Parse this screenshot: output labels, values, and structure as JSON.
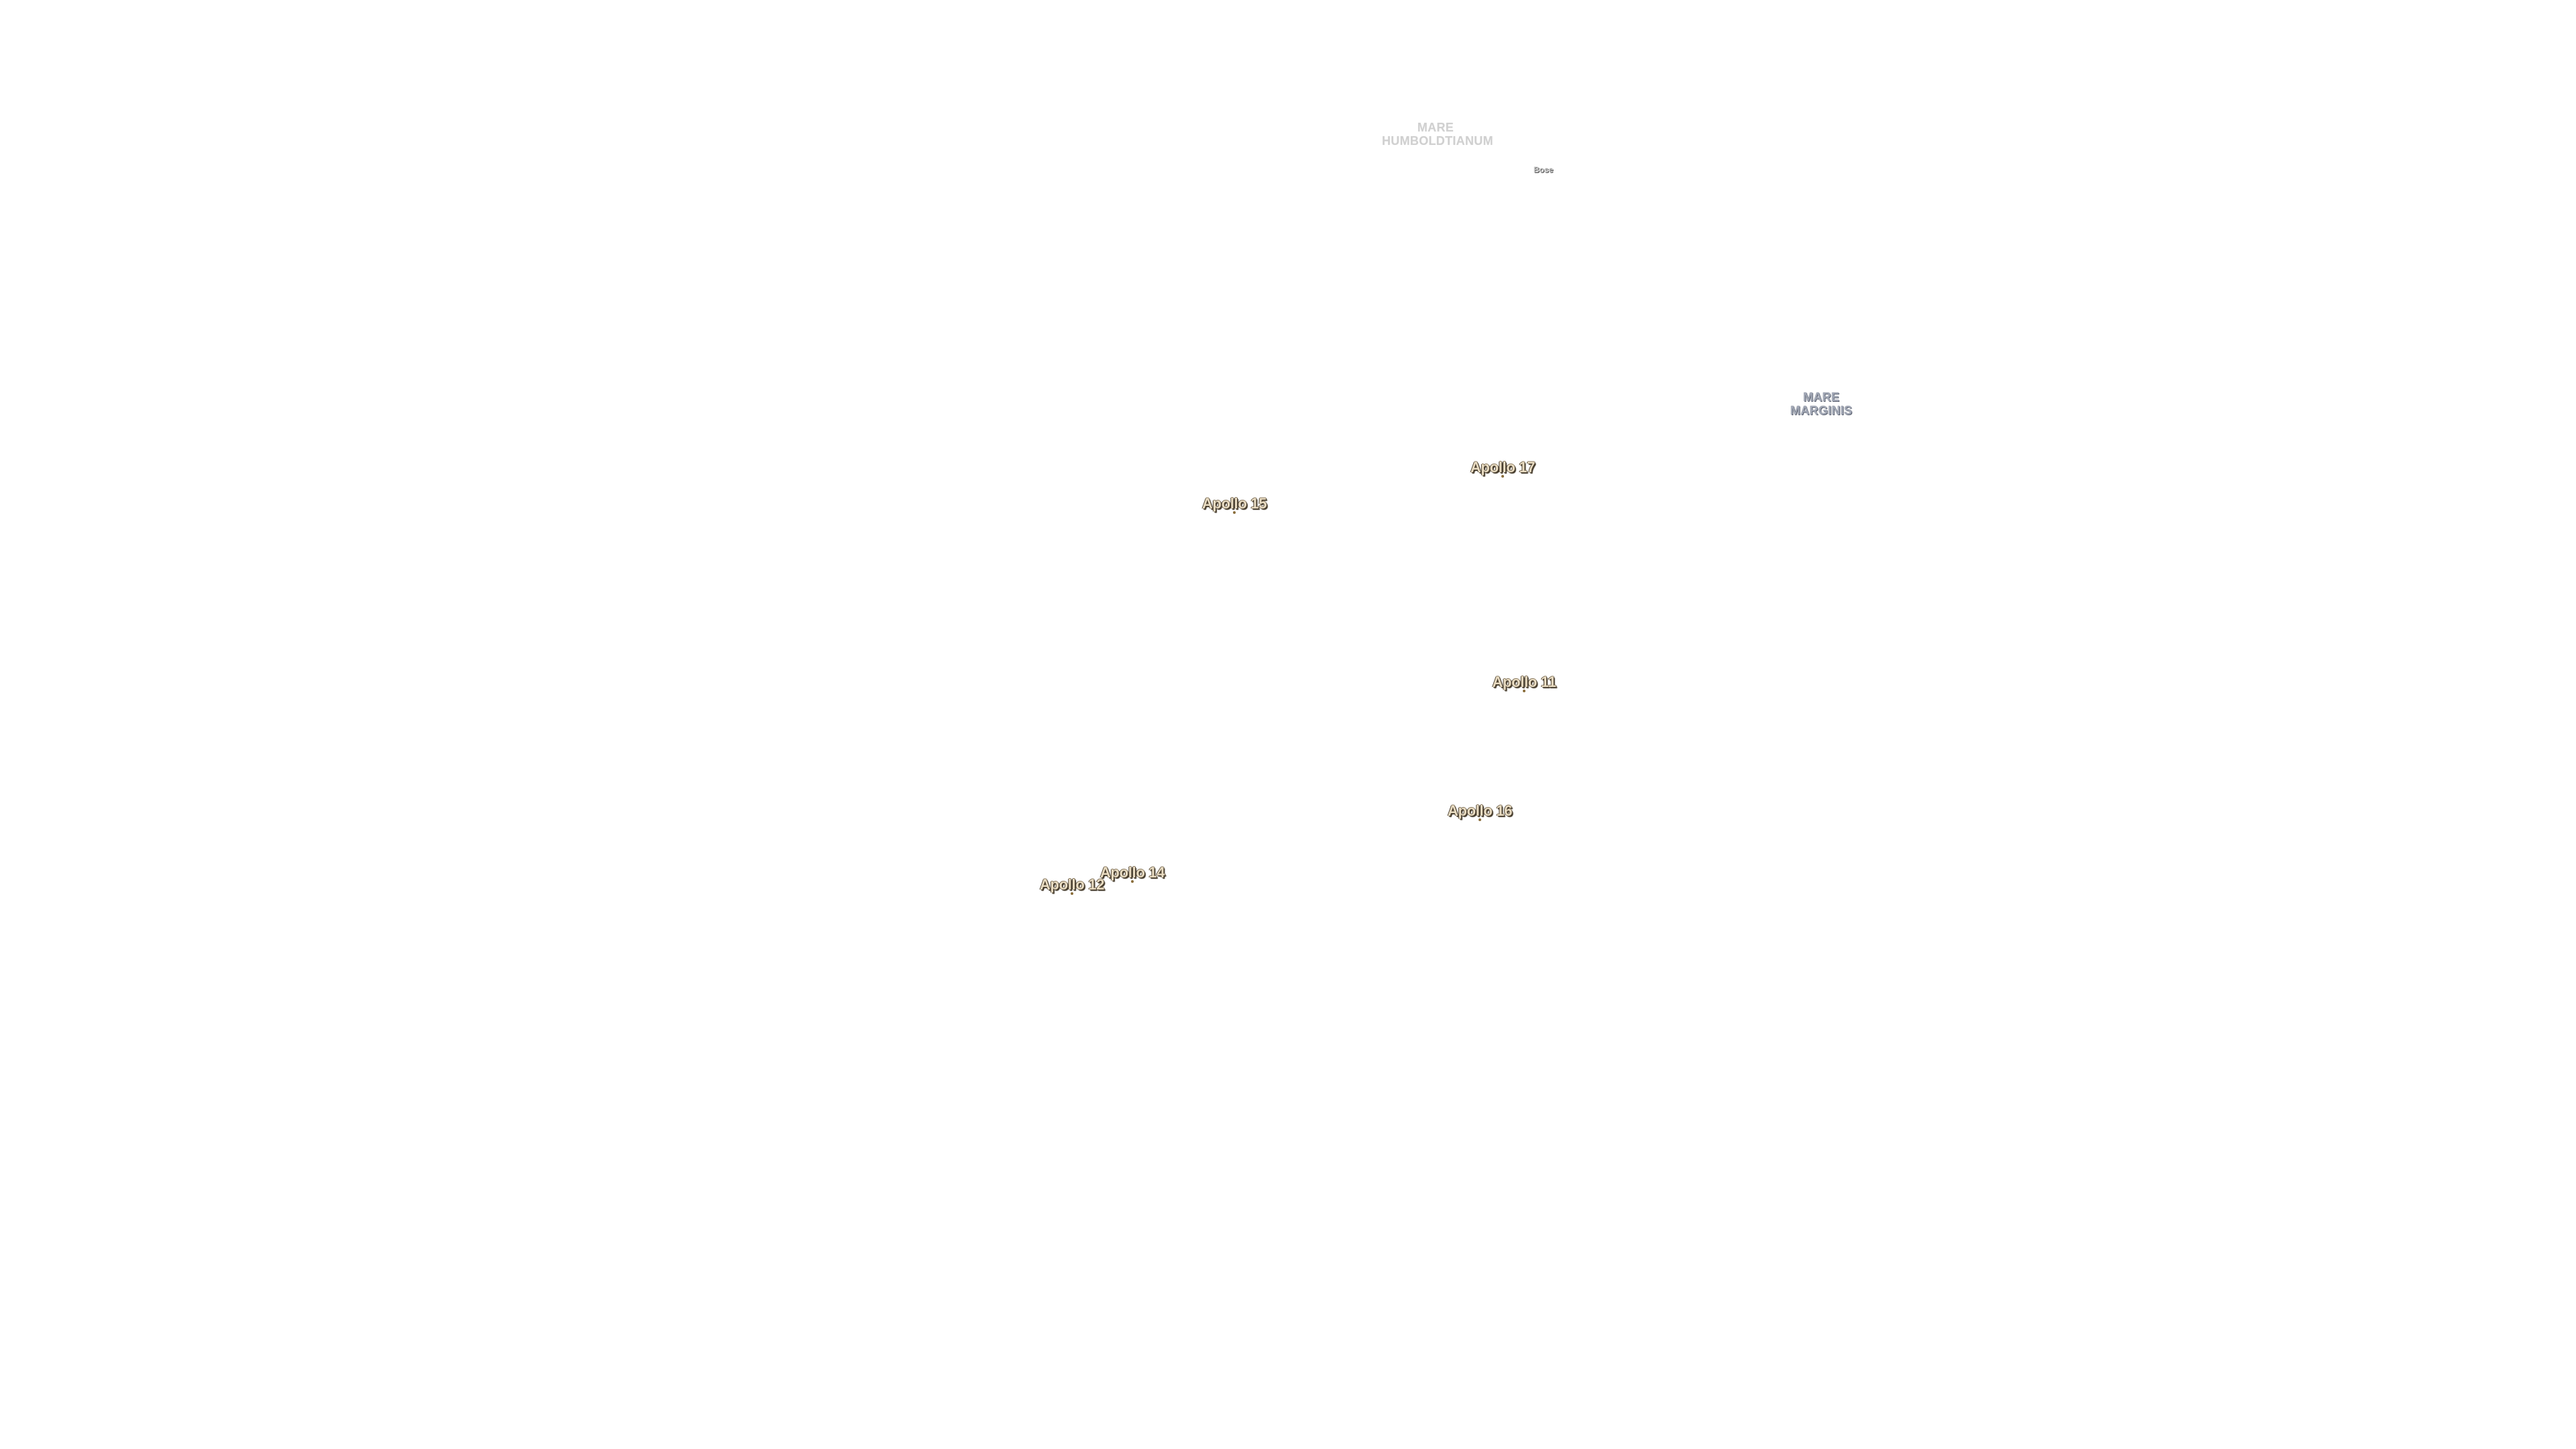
{
  "map": {
    "features": {
      "mare_humboldtianum": {
        "line1": "MARE",
        "line2": "HUMBOLDTIANUM"
      },
      "mare_marginis": {
        "line1": "MARE",
        "line2": "MARGINIS"
      },
      "crater_label": "Bose"
    },
    "landing_sites": [
      {
        "name": "Apollo 17"
      },
      {
        "name": "Apollo 15"
      },
      {
        "name": "Apollo 11"
      },
      {
        "name": "Apollo 16"
      },
      {
        "name": "Apollo 14"
      },
      {
        "name": "Apollo 12"
      }
    ],
    "colors": {
      "background": "#ffffff",
      "site_label": "#e9dcc2",
      "mare_marginis": "#a3a9b7",
      "mare_humboldtianum": "#d0d0d0"
    }
  }
}
